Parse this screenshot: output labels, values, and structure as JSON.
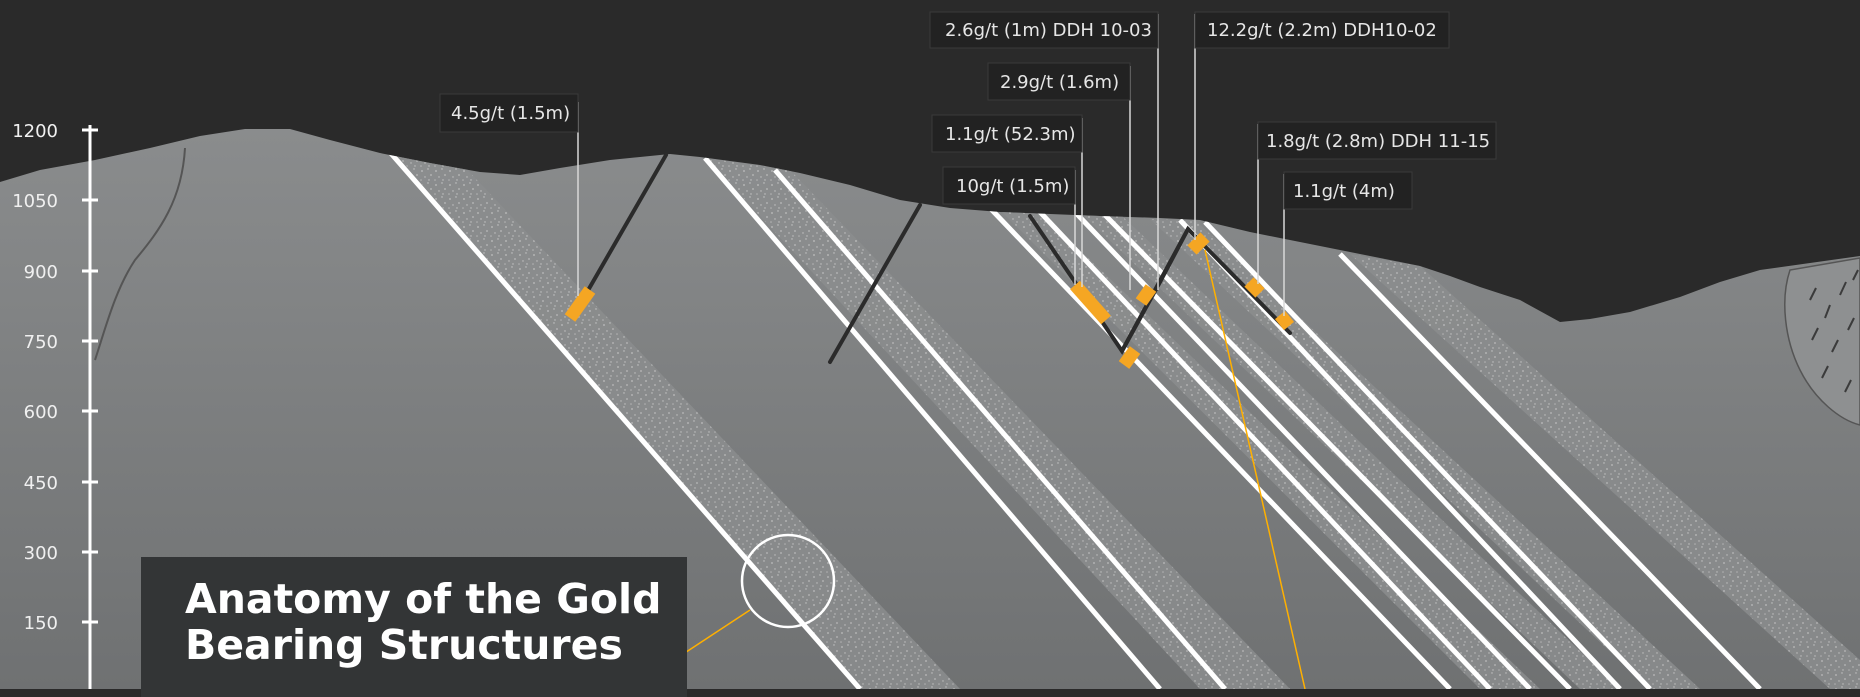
{
  "title": "Anatomy of the Gold Bearing Structures",
  "y_axis": {
    "ticks": [
      "1200",
      "1050",
      "900",
      "750",
      "600",
      "450",
      "300",
      "150"
    ]
  },
  "drill_intercepts": [
    {
      "label": "4.5g/t (1.5m)"
    },
    {
      "label": "2.6g/t (1m) DDH 10-03"
    },
    {
      "label": "12.2g/t (2.2m) DDH10-02"
    },
    {
      "label": "2.9g/t (1.6m)"
    },
    {
      "label": "1.1g/t (52.3m)"
    },
    {
      "label": "10g/t (1.5m)"
    },
    {
      "label": "1.8g/t (2.8m) DDH 11-15"
    },
    {
      "label": "1.1g/t (4m)"
    }
  ],
  "colors": {
    "background": "#2a2a2a",
    "ground": "#7d7f80",
    "vein": "#ffffff",
    "mineralized_zone": "#f5a623",
    "drill_hole": "#2b2b2b",
    "callout_line": "#ffb000"
  }
}
